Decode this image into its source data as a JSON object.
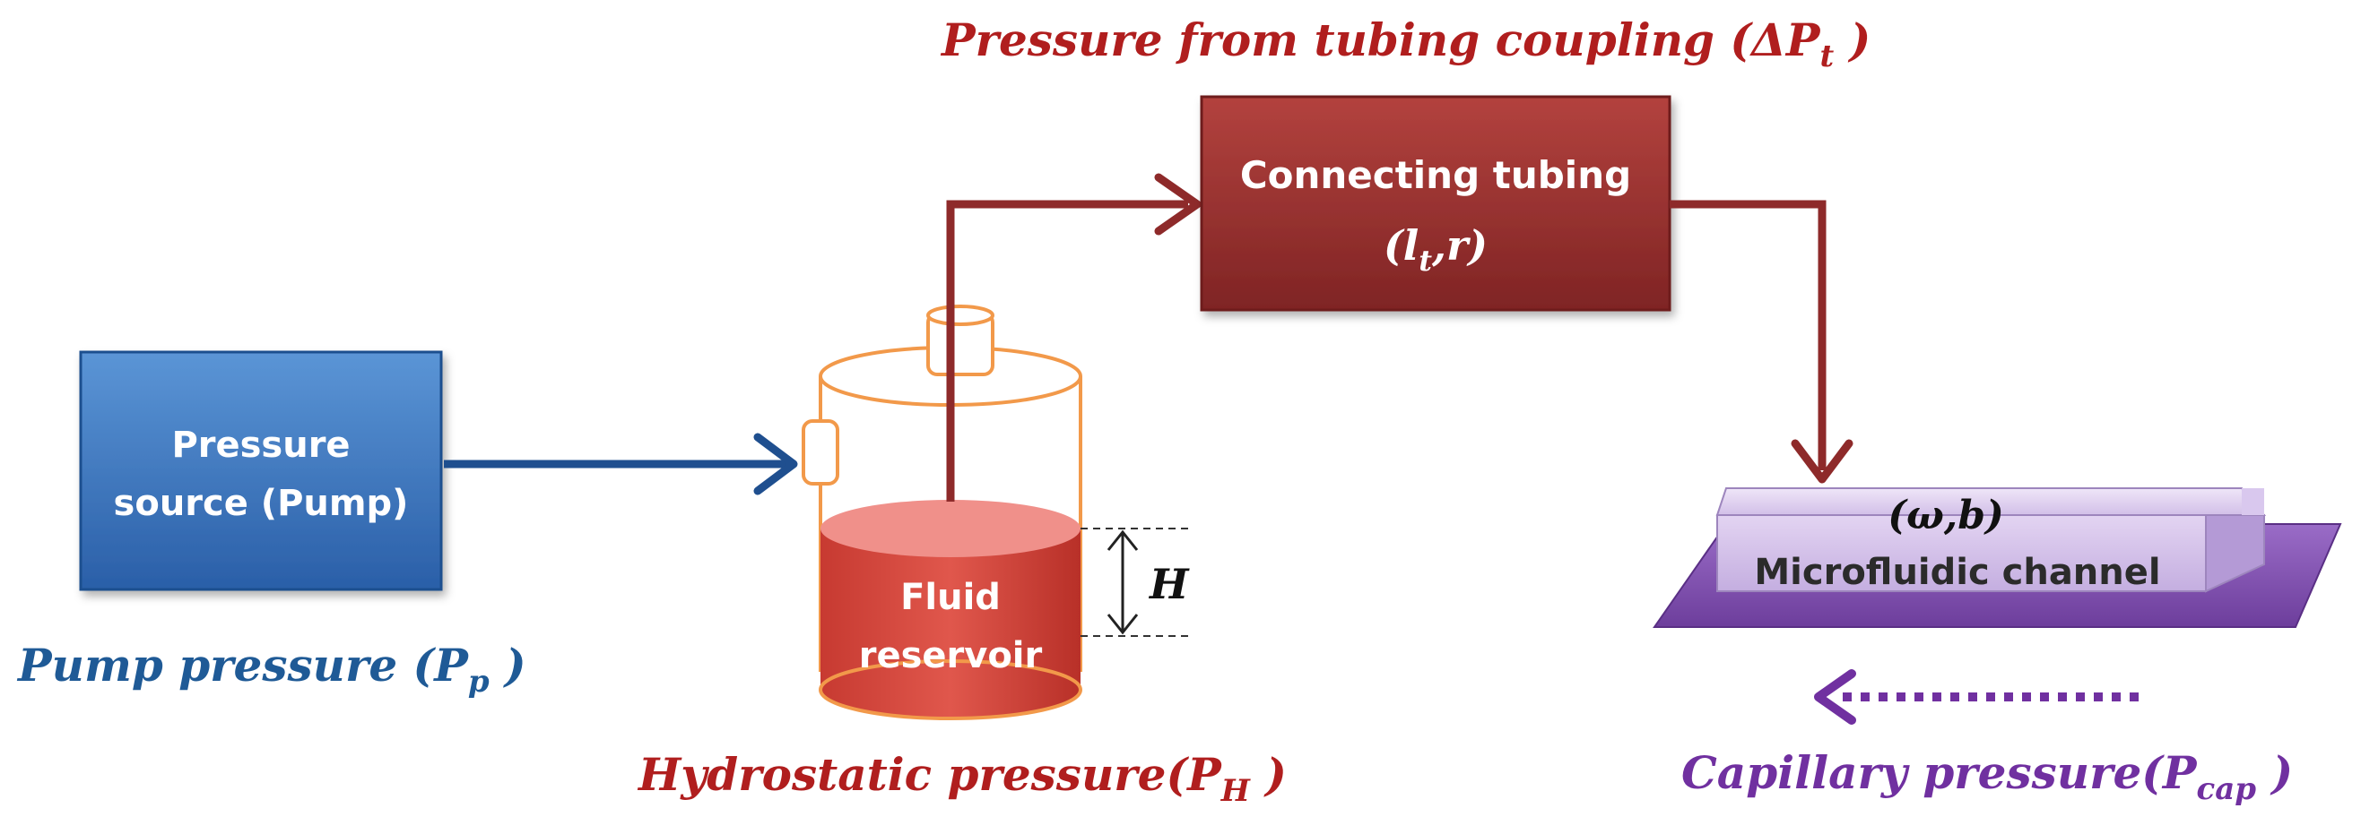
{
  "colors": {
    "pump_blue": "#2f6bb5",
    "tubing_red": "#8e2a2a",
    "reservoir_red": "#cc3b35",
    "channel_purple": "#8a5bb8",
    "label_red": "#b01e1e",
    "label_blue": "#1f5a96",
    "label_purple": "#7030a0",
    "vessel_orange": "#f2994a"
  },
  "labels": {
    "tubing_top": {
      "prefix": "Pressure from tubing coupling (",
      "symbol": "ΔP",
      "sub": "t",
      "suffix": " )"
    },
    "pump": {
      "prefix": "Pump pressure (",
      "symbol": "P",
      "sub": "p",
      "suffix": " )"
    },
    "hydrostatic": {
      "prefix": "Hydrostatic pressure(",
      "symbol": "P",
      "sub": "H",
      "suffix": " )"
    },
    "capillary": {
      "prefix": "Capillary pressure(",
      "symbol": "P",
      "sub": "cap",
      "suffix": " )"
    }
  },
  "boxes": {
    "pump": {
      "line1": "Pressure",
      "line2": "source (Pump)"
    },
    "tubing": {
      "line1": "Connecting tubing",
      "line2_prefix": "(l",
      "line2_sub": "t",
      "line2_suffix": ",r)"
    },
    "reservoir": {
      "line1": "Fluid",
      "line2": "reservoir"
    },
    "channel": {
      "params": "(ω,b)",
      "label": "Microfluidic channel"
    }
  },
  "height_symbol": "H",
  "icons": {
    "pump_arrow": "arrow-right-icon",
    "tubing_arrow": "arrow-right-icon",
    "down_arrow": "arrow-down-icon",
    "capillary_arrow": "dotted-arrow-left-icon"
  }
}
